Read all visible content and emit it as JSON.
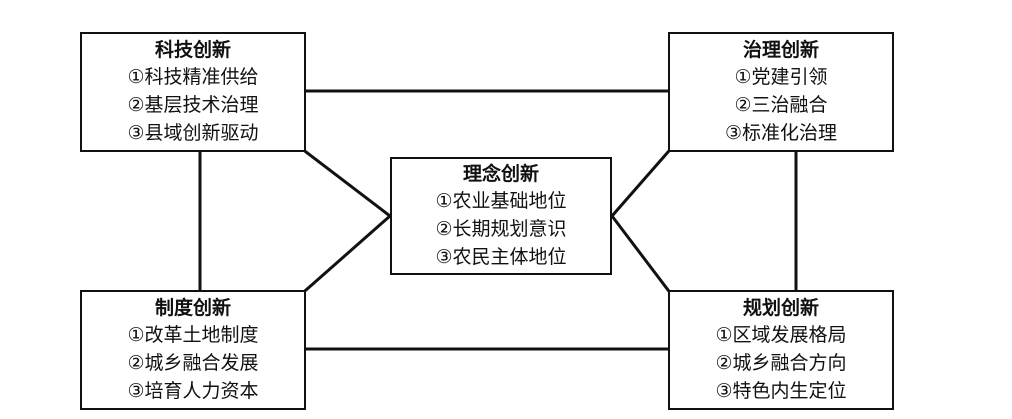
{
  "nodes": {
    "keji": {
      "title": "科技创新",
      "items": [
        "①科技精准供给",
        "②基层技术治理",
        "③县域创新驱动"
      ]
    },
    "zhili": {
      "title": "治理创新",
      "items": [
        "①党建引领",
        "②三治融合",
        "③标准化治理"
      ]
    },
    "linian": {
      "title": "理念创新",
      "items": [
        "①农业基础地位",
        "②长期规划意识",
        "③农民主体地位"
      ]
    },
    "zhidu": {
      "title": "制度创新",
      "items": [
        "①改革土地制度",
        "②城乡融合发展",
        "③培育人力资本"
      ]
    },
    "guihua": {
      "title": "规划创新",
      "items": [
        "①区域发展格局",
        "②城乡融合方向",
        "③特色内生定位"
      ]
    }
  },
  "colors": {
    "line": "#111111",
    "background": "#ffffff"
  }
}
